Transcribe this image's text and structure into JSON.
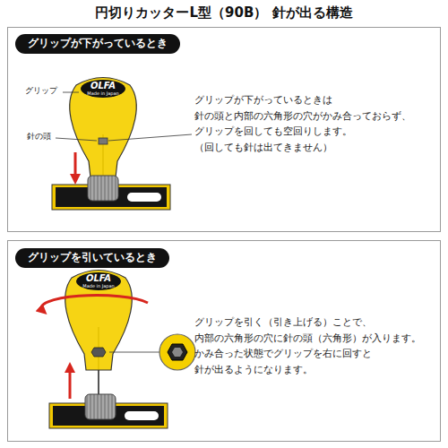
{
  "diagram": {
    "title": "円切りカッターL型（90B） 針が出る構造",
    "nodes": [
      {
        "text": [
          "グリップが下がっているときは 針の頭と内部の六角形の穴がかみ合っておらず、 グリップを回しても空回りします。 （回しても針は出てきません）"
        ]
      },
      {
        "text": [
          "グリップが下がっているとき"
        ],
        "in": 0
      },
      {
        "text": [
          "グリップを引く（引き上げる）ことで、 内部の六角形の穴に針の頭（六角形）が入ります。 かみ合った状態でグリップを右に回すと 針が出るようになります。"
        ]
      },
      {
        "text": [
          "グリップを引いているとき"
        ],
        "in": 2
      }
    ],
    "labels": [
      "グリップ",
      "針の頭",
      "OLFA",
      "Made in Japan",
      "OLFA",
      "Made in Japan"
    ]
  }
}
